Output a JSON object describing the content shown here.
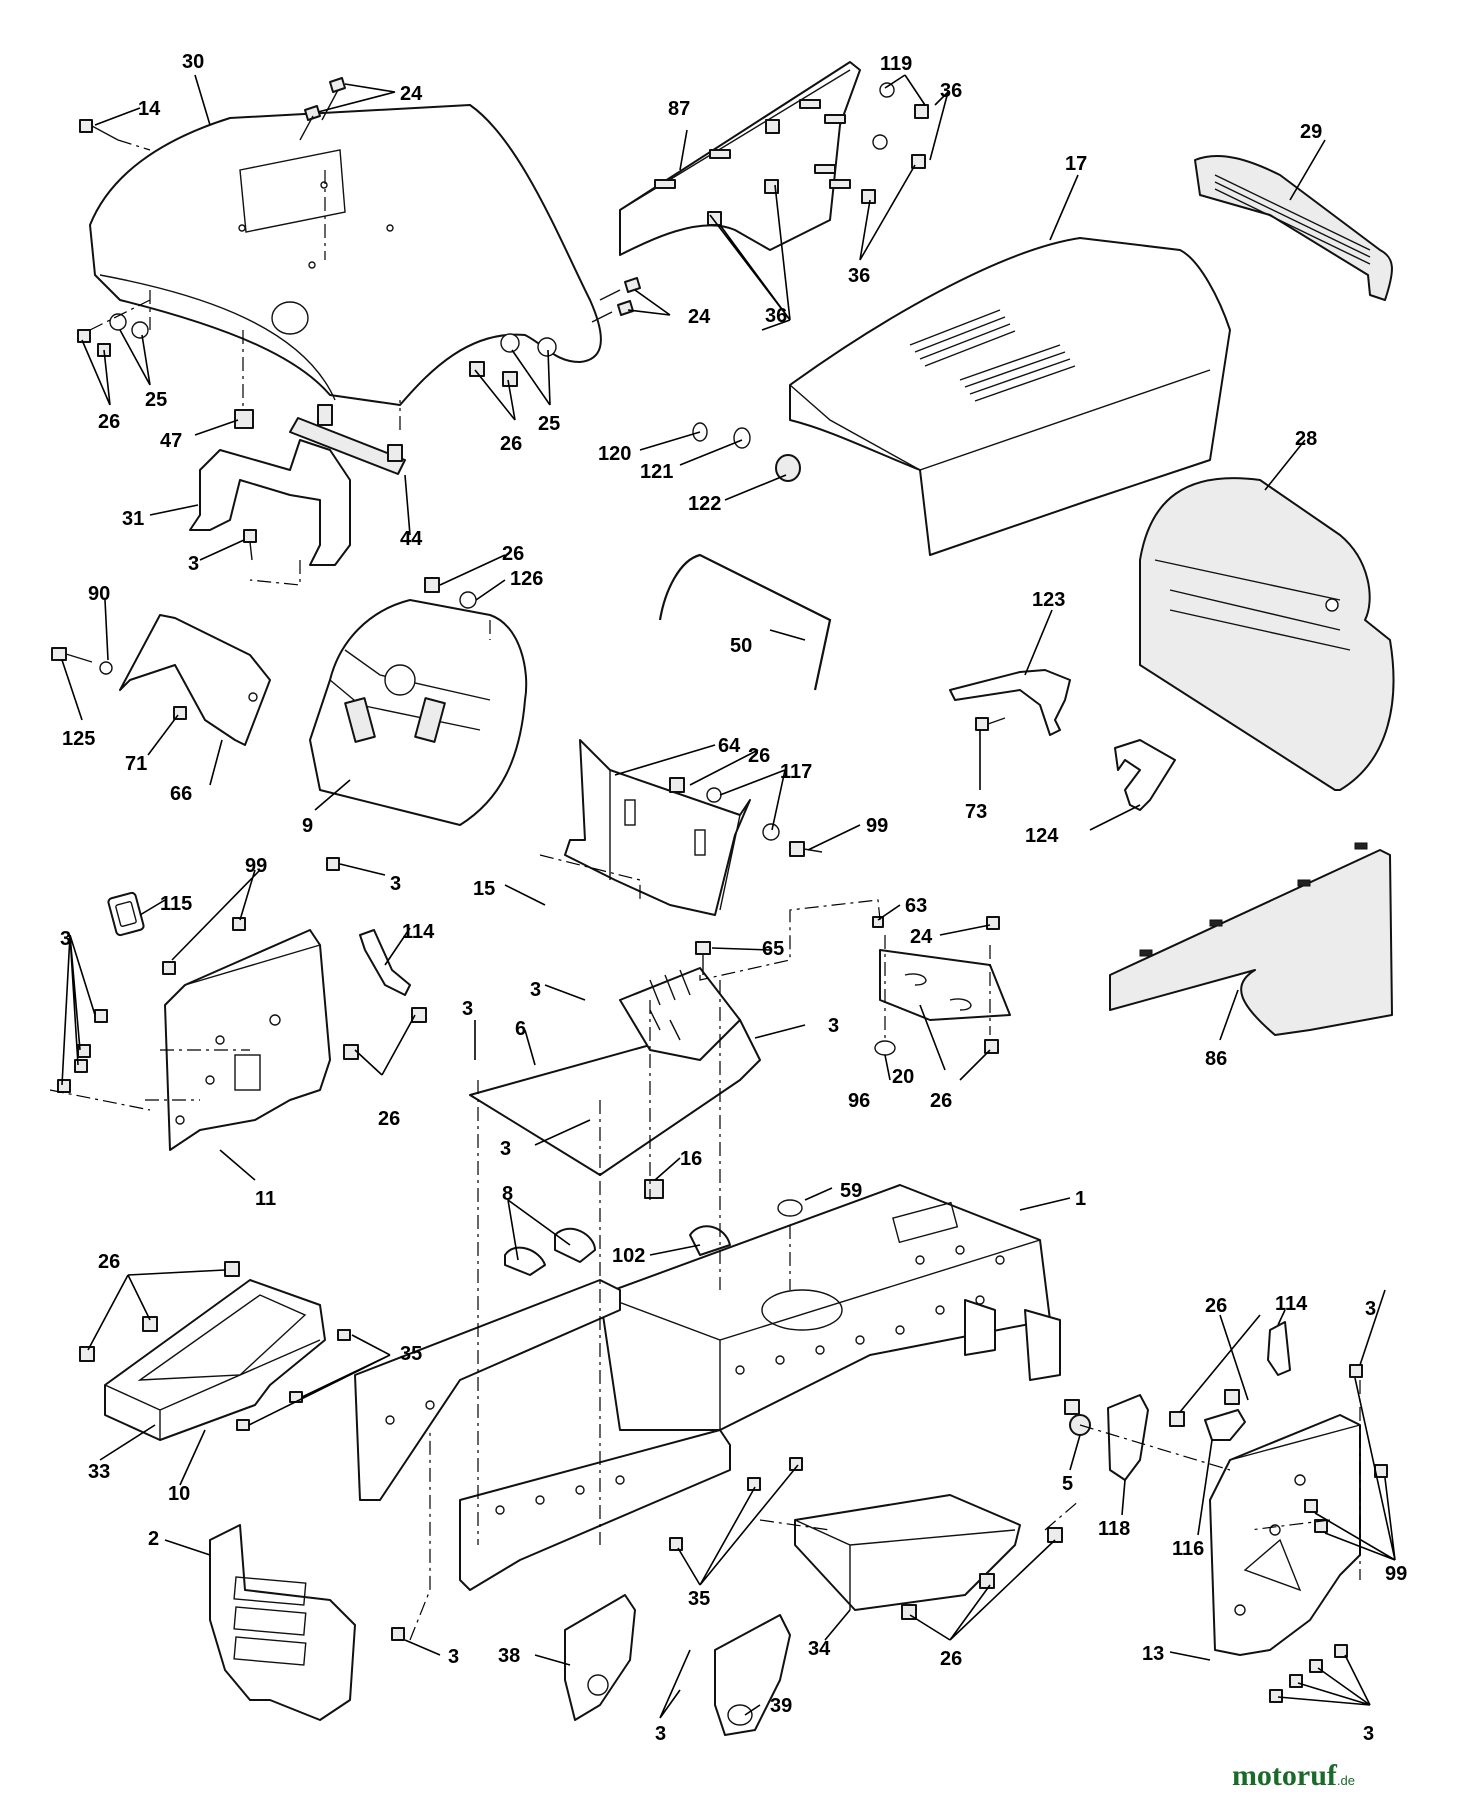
{
  "diagram": {
    "callouts": [
      "30",
      "24",
      "14",
      "87",
      "119",
      "36",
      "29",
      "17",
      "25",
      "26",
      "47",
      "31",
      "44",
      "3",
      "120",
      "121",
      "122",
      "28",
      "90",
      "126",
      "125",
      "71",
      "66",
      "9",
      "50",
      "123",
      "73",
      "124",
      "64",
      "117",
      "99",
      "115",
      "114",
      "15",
      "63",
      "65",
      "86",
      "6",
      "20",
      "96",
      "11",
      "16",
      "59",
      "1",
      "8",
      "102",
      "35",
      "33",
      "10",
      "5",
      "118",
      "116",
      "13",
      "2",
      "38",
      "39",
      "34"
    ]
  },
  "watermark": {
    "brand": "motoruf",
    "suffix": ".de"
  }
}
